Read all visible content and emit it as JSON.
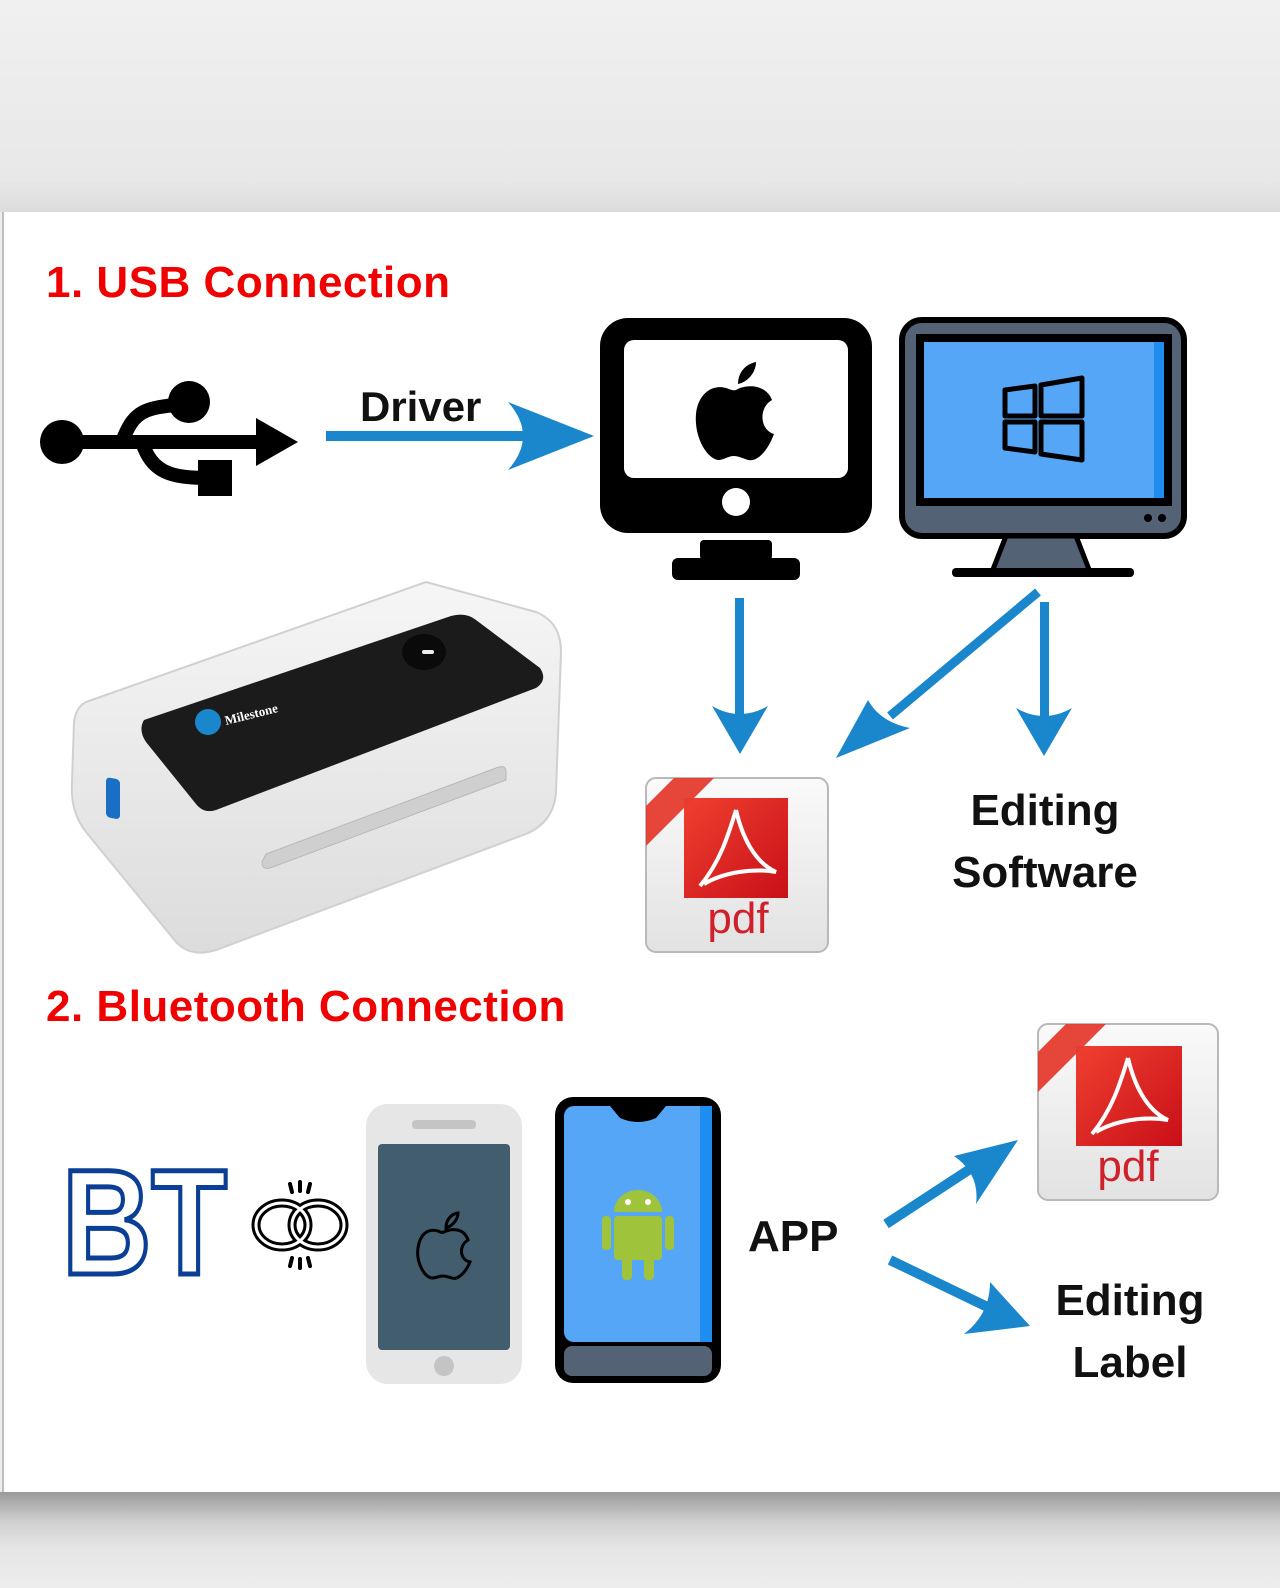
{
  "usb_section": {
    "title": "1. USB Connection",
    "driver_label": "Driver",
    "editing_software_label": [
      "Editing",
      "Software"
    ],
    "printer_brand": "Milestone"
  },
  "bluetooth_section": {
    "title": "2. Bluetooth Connection",
    "bt_logo_text": "BT",
    "app_label": "APP",
    "editing_label": [
      "Editing",
      "Label"
    ]
  },
  "pdf_icon_text": "pdf",
  "colors": {
    "heading_red": "#f00000",
    "arrow_blue": "#1a86cc",
    "screen_blue": "#56a6f7",
    "bt_blue": "#0b3f96",
    "android_green": "#9fc33a",
    "pdf_red": "#e02a22"
  }
}
